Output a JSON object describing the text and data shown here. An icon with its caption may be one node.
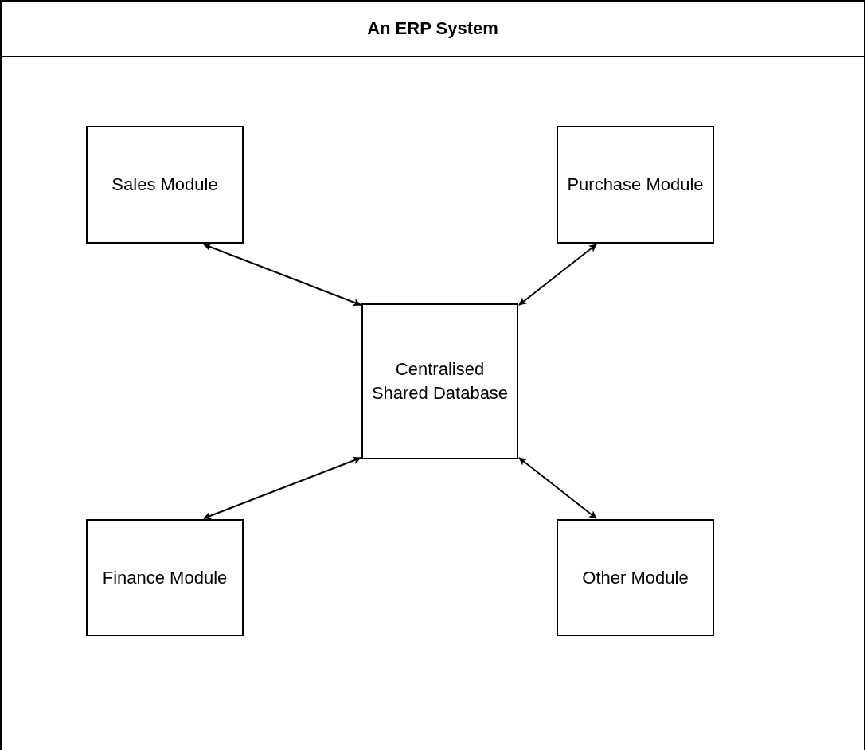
{
  "diagram": {
    "nodes": [
      {
        "text": [
          "An ERP System"
        ]
      },
      {
        "text": [
          "Sales Module"
        ],
        "in": 0
      },
      {
        "text": [
          "Purchase Module"
        ],
        "in": 0
      },
      {
        "text": [
          "Centralised Shared Database"
        ],
        "in": 0
      },
      {
        "text": [
          "Finance Module"
        ],
        "in": 0
      },
      {
        "text": [
          "Other Module"
        ],
        "in": 0
      }
    ],
    "edges": [
      {
        "from": 1,
        "to": 3,
        "arrow": "both"
      },
      {
        "from": 2,
        "to": 3,
        "arrow": "both"
      },
      {
        "from": 4,
        "to": 3,
        "arrow": "both"
      },
      {
        "from": 5,
        "to": 3,
        "arrow": "both"
      }
    ]
  }
}
